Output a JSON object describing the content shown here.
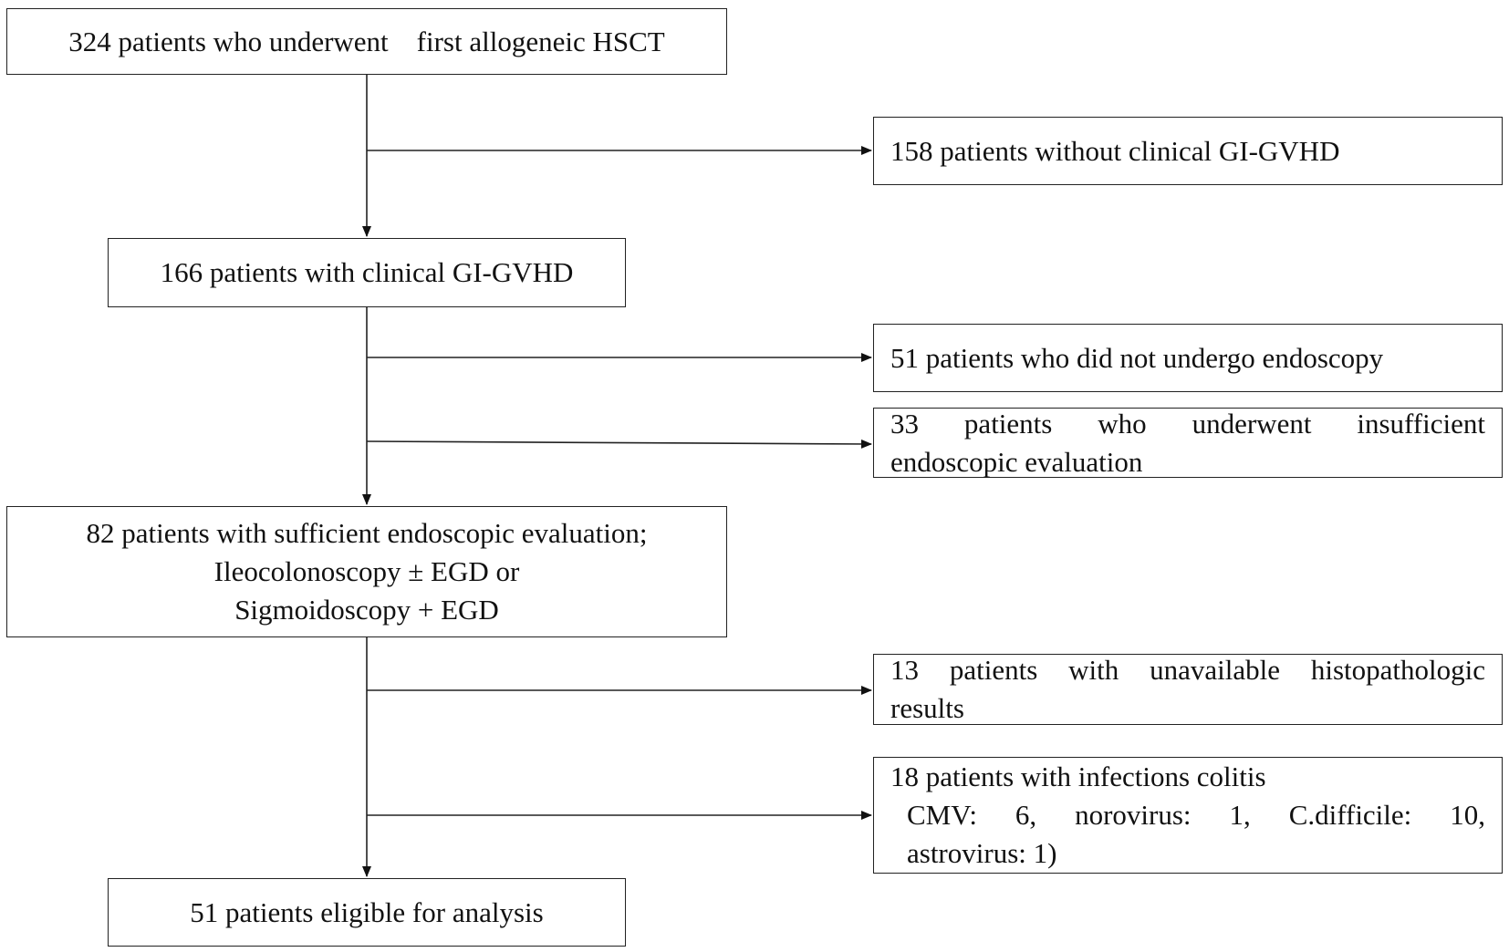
{
  "flow": {
    "start": "324 patients who underwent    first allogeneic HSCT",
    "excl_no_gvhd": "158 patients without clinical GI-GVHD",
    "clinical_gvhd": "166 patients with clinical GI-GVHD",
    "excl_no_endoscopy": "51 patients who did not undergo endoscopy",
    "excl_insufficient": {
      "line1": "33 patients who underwent insufficient",
      "line2": "endoscopic evaluation"
    },
    "sufficient": {
      "line1": "82 patients with sufficient endoscopic evaluation;",
      "line2": "Ileocolonoscopy ± EGD or",
      "line3": "Sigmoidoscopy + EGD"
    },
    "excl_histo": {
      "line1": "13 patients with unavailable histopathologic",
      "line2": "results"
    },
    "excl_infection": {
      "line1": "18 patients with infections colitis",
      "line2": "CMV: 6, norovirus: 1, C.difficile: 10,",
      "line3": "astrovirus: 1)"
    },
    "eligible": "51 patients eligible for analysis"
  }
}
